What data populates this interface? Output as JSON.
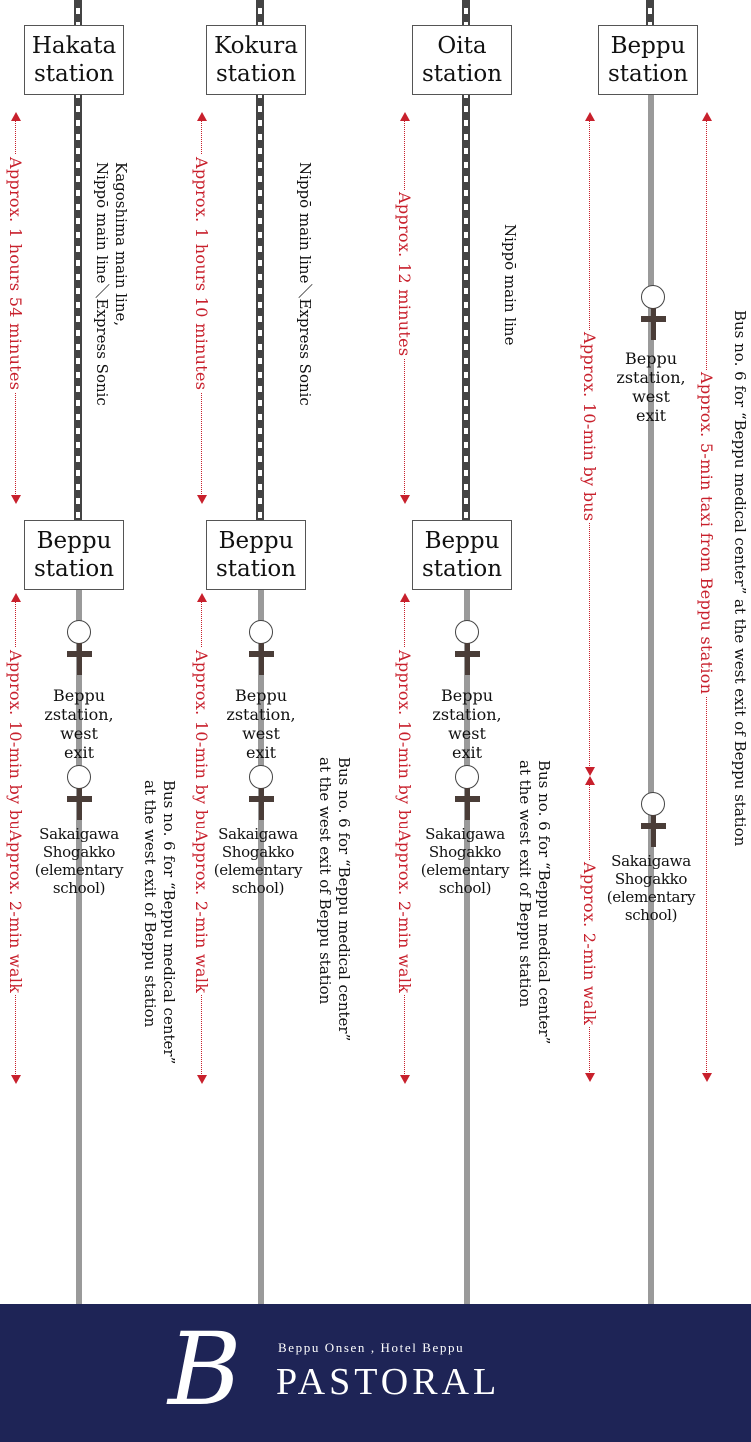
{
  "routes": [
    {
      "id": "hakata",
      "origin": "Hakata\nstation",
      "train_time": "Approx. 1 hours 54 minutes",
      "train_line": "Kagoshima main line,\nNippō main line／Express Sonic",
      "transfer": "Beppu\nstation",
      "bus_stop_1": "Beppu\nzstation,\nwest\nexit",
      "bus_time": "Approx. 10-min by bus",
      "bus_info": "Bus no. 6 for “Beppu medical center”\nat the west exit of Beppu station",
      "bus_stop_2": "Sakaigawa\nShogakko\n(elementary\nschool)",
      "walk_time": "Approx. 2-min walk"
    },
    {
      "id": "kokura",
      "origin": "Kokura\nstation",
      "train_time": "Approx. 1 hours 10 minutes",
      "train_line": "Nippō main line／Express Sonic",
      "transfer": "Beppu\nstation",
      "bus_stop_1": "Beppu\nzstation,\nwest\nexit",
      "bus_time": "Approx. 10-min by bus",
      "bus_info": "Bus no. 6 for “Beppu medical center”\nat the west exit of Beppu station",
      "bus_stop_2": "Sakaigawa\nShogakko\n(elementary\nschool)",
      "walk_time": "Approx. 2-min walk"
    },
    {
      "id": "oita",
      "origin": "Oita\nstation",
      "train_time": "Approx. 12 minutes",
      "train_line": "Nippō main line",
      "transfer": "Beppu\nstation",
      "bus_stop_1": "Beppu\nzstation,\nwest\nexit",
      "bus_time": "Approx. 10-min by bus",
      "bus_info": "Bus no. 6 for “Beppu medical center”\nat the west exit of Beppu station",
      "bus_stop_2": "Sakaigawa\nShogakko\n(elementary\nschool)",
      "walk_time": "Approx. 2-min walk"
    },
    {
      "id": "beppu",
      "origin": "Beppu\nstation",
      "bus_stop_1": "Beppu\nzstation,\nwest\nexit",
      "bus_time": "Approx. 10-min by bus",
      "bus_stop_2": "Sakaigawa\nShogakko\n(elementary\nschool)",
      "walk_time": "Approx. 2-min walk",
      "taxi_time": "Approx. 5-min taxi from Beppu station",
      "bus_info": "Bus no. 6 for “Beppu medical center” at the west exit of Beppu station"
    }
  ],
  "hotel": {
    "logo_letter": "B",
    "subtitle": "Beppu Onsen , Hotel Beppu",
    "name": "PASTORAL"
  },
  "colors": {
    "accent_red": "#c8202c",
    "banner_navy": "#1e2456",
    "road_gray": "#9a9a9a"
  }
}
